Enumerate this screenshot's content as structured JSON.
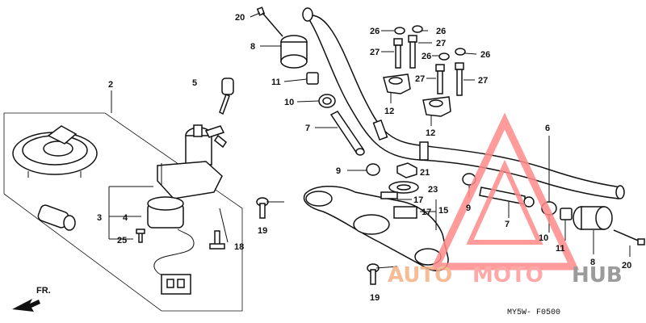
{
  "callouts": {
    "n2": "2",
    "n3": "3",
    "n4": "4",
    "n5": "5",
    "n6": "6",
    "n7a": "7",
    "n7b": "7",
    "n8a": "8",
    "n8b": "8",
    "n9a": "9",
    "n9b": "9",
    "n10a": "10",
    "n10b": "10",
    "n11a": "11",
    "n11b": "11",
    "n12a": "12",
    "n12b": "12",
    "n15": "15",
    "n17a": "17",
    "n17b": "17",
    "n18": "18",
    "n19a": "19",
    "n19b": "19",
    "n20a": "20",
    "n20b": "20",
    "n21": "21",
    "n23": "23",
    "n25": "25",
    "n26a": "26",
    "n26b": "26",
    "n26c": "26",
    "n26d": "26",
    "n27a": "27",
    "n27b": "27",
    "n27c": "27",
    "n27d": "27"
  },
  "front_label": "FR.",
  "diagram_code": "MY5W- F0500",
  "watermark": {
    "part1": "AUTO",
    "part2": "MOTO",
    "part3": "HUB"
  },
  "colors": {
    "watermark_orange": "#f4b183",
    "watermark_red": "#ff7a7a",
    "watermark_gray": "#8a8a8a",
    "line": "#111111"
  }
}
